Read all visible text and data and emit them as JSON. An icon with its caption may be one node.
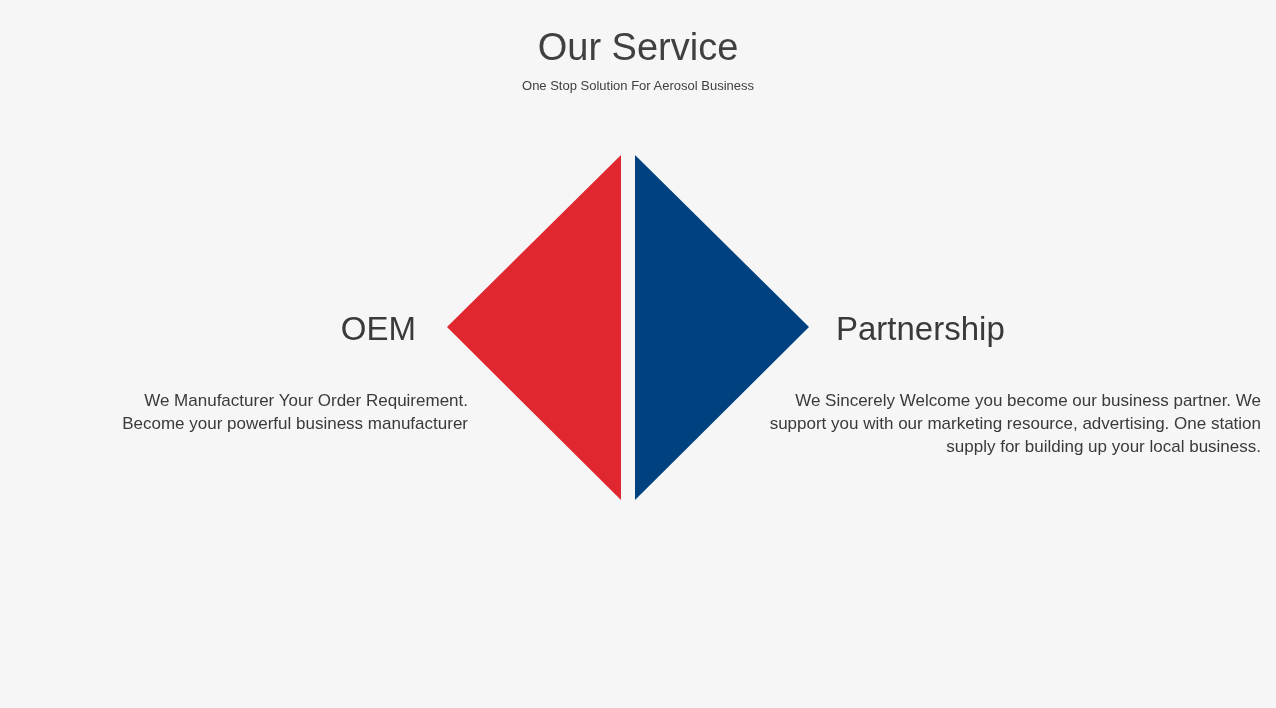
{
  "diagram": {
    "title": "Our Service",
    "nodes": [
      {
        "text": [
          "OEM",
          "We Manufacturer Your Order Requirement. Become your powerful business manufacturer"
        ]
      },
      {
        "text": [
          "Partnership",
          "We Sincerely Welcome you become our business partner. We support you with our marketing resource, advertising. One station supply for building up your local business."
        ]
      }
    ],
    "edges": [],
    "labels": [
      "One Stop Solution For Aerosol Business"
    ]
  }
}
